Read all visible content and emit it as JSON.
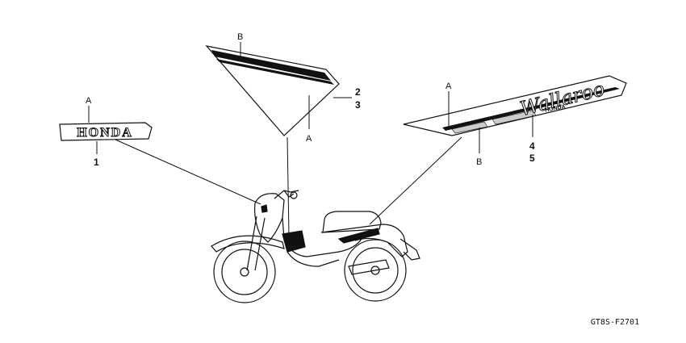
{
  "decals": {
    "honda_emblem": {
      "text": "HONDA",
      "letter_a": "A",
      "part_no": "1"
    },
    "side_triangle": {
      "letter_b": "B",
      "letter_a": "A",
      "part_nos": [
        "2",
        "3"
      ]
    },
    "body_stripe": {
      "script_text": "Wallaroo",
      "sub_text": "HONDA",
      "letter_a": "A",
      "letter_b": "B",
      "part_nos": [
        "4",
        "5"
      ]
    }
  },
  "diagram_code": "GT8S-F2701",
  "colors": {
    "ink": "#111111",
    "background": "#ffffff",
    "stripe_fill": "#cccccc"
  }
}
